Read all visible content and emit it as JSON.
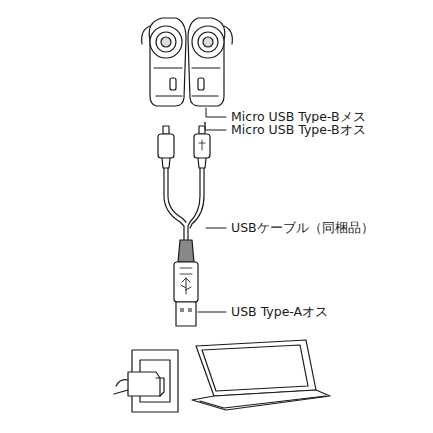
{
  "diagram": {
    "labels": [
      "Micro USB Type-Bメス",
      "Micro USB Type-Bオス",
      "USBケーブル（同梱品）",
      "USB Type-Aオス"
    ]
  }
}
